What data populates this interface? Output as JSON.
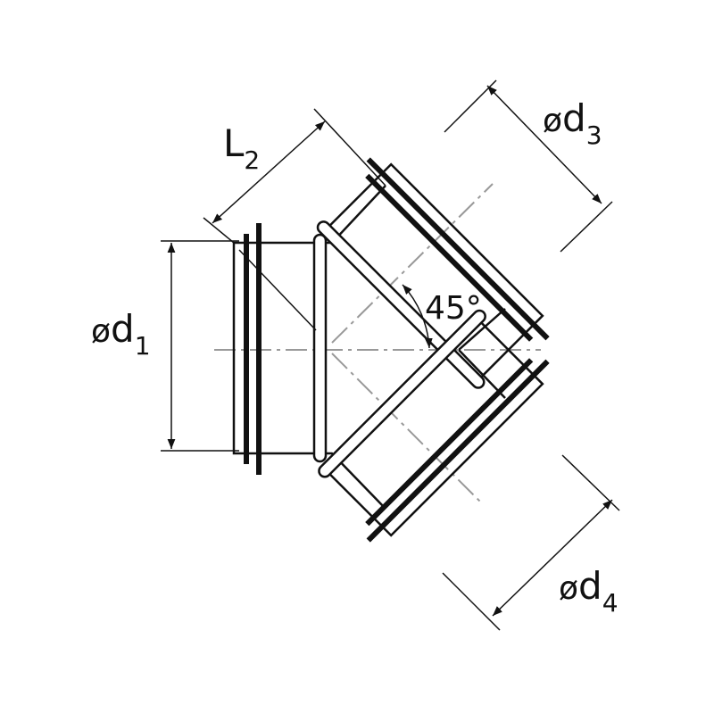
{
  "labels": {
    "L2": {
      "base": "L",
      "sub": "2"
    },
    "d1": {
      "prefix": "ø",
      "base": "d",
      "sub": "1"
    },
    "d3": {
      "prefix": "ø",
      "base": "d",
      "sub": "3"
    },
    "d4": {
      "prefix": "ø",
      "base": "d",
      "sub": "4"
    },
    "angle": "45°"
  },
  "colors": {
    "line": "#111111",
    "centerline": "#999999",
    "background": "#ffffff"
  }
}
